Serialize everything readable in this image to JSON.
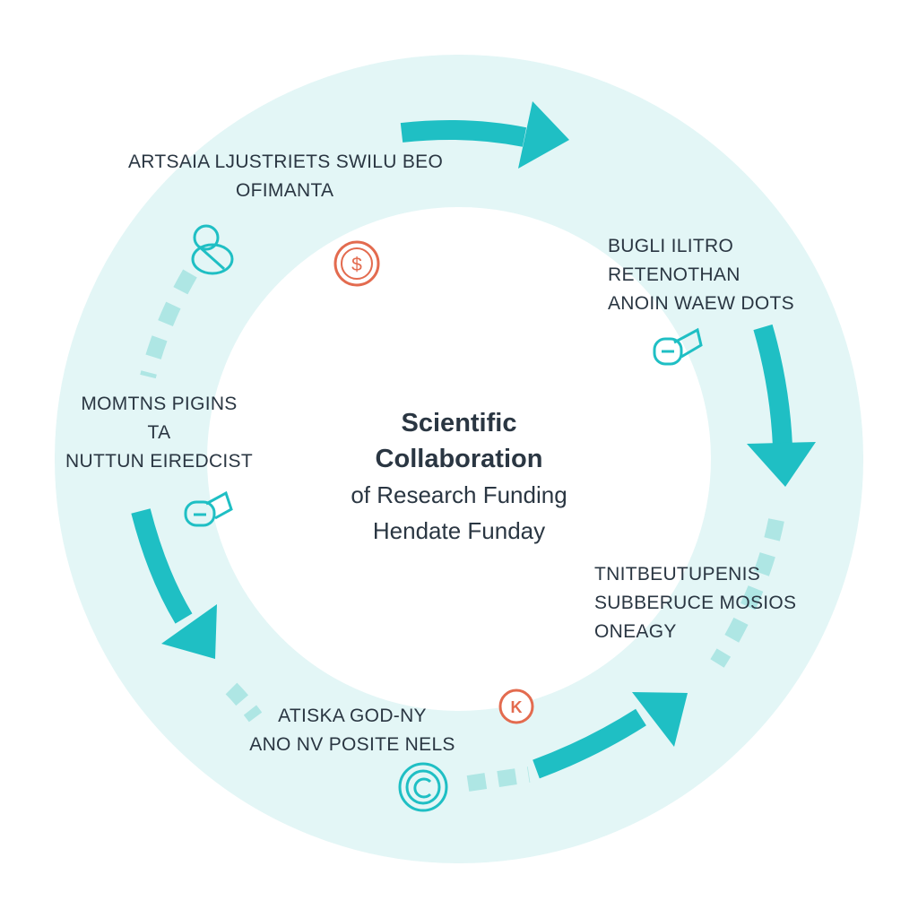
{
  "center": {
    "title_line1": "Scientific",
    "title_line2": "Collaboration",
    "sub_line1": "of Research Funding",
    "sub_line2": "Hendate Funday"
  },
  "labels": {
    "top_left": [
      "ARTSAIA LJUSTRIETS SWILU BEO",
      "OFIMANTA"
    ],
    "right_top": [
      "BUGLI ILITRO",
      "RETENOTHAN",
      "ANOIN WAEW DOTS"
    ],
    "left_mid": [
      "MOMTNS PIGINS",
      "TA",
      "NUTTUN EIREDCIST"
    ],
    "right_bottom": [
      "TNITBEUTUPENIS",
      "SUBBERUCE MOSIOS",
      "ONEAGY"
    ],
    "bottom": [
      "ATISKA GOD-NY",
      "ANO NV POSITE NELS"
    ],
    "badge_k": "K"
  },
  "icons": [
    "dollar-coin-icon",
    "person-icon",
    "handshake-icon",
    "collaboration-icon",
    "k-badge-icon",
    "cycle-coin-icon"
  ],
  "colors": {
    "ring": "#e3f6f6",
    "arrow": "#1fbfc4",
    "dash": "#aee6e4",
    "accent": "#e36b4f",
    "text": "#2a3642"
  }
}
